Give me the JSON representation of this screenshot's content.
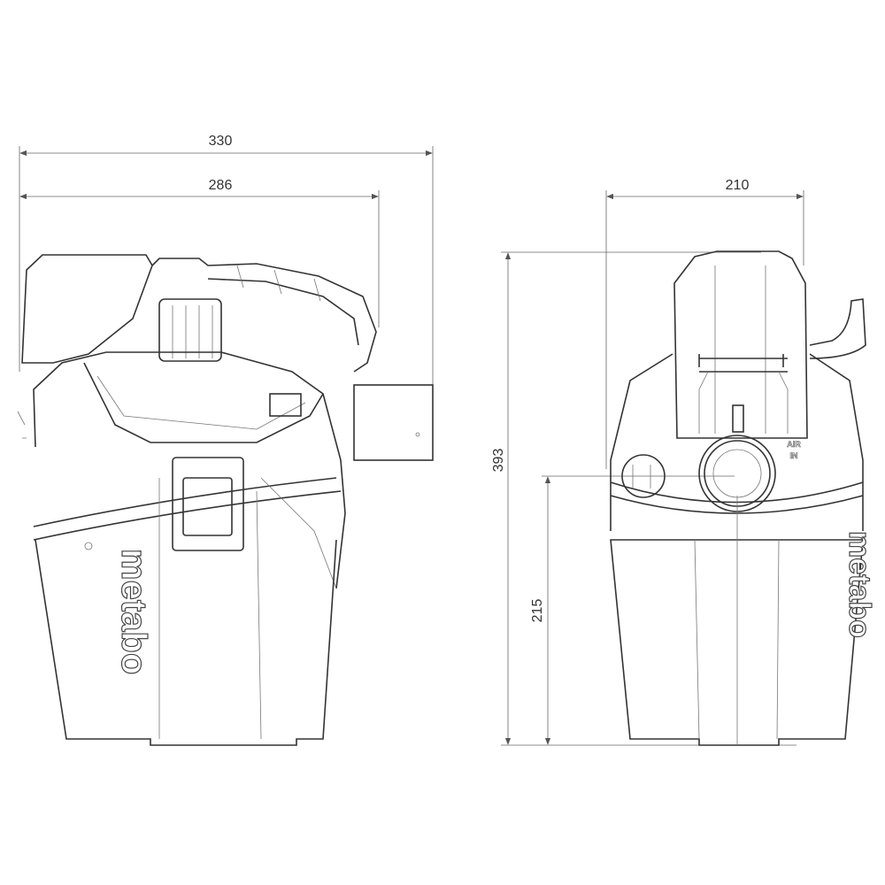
{
  "dimensions": {
    "front_overall_width": "330",
    "front_body_width": "286",
    "side_width": "210",
    "overall_height": "393",
    "inlet_height": "215"
  },
  "labels": {
    "air_in_line1": "AIR",
    "air_in_line2": "IN"
  },
  "logo": {
    "brand": "metabo"
  }
}
